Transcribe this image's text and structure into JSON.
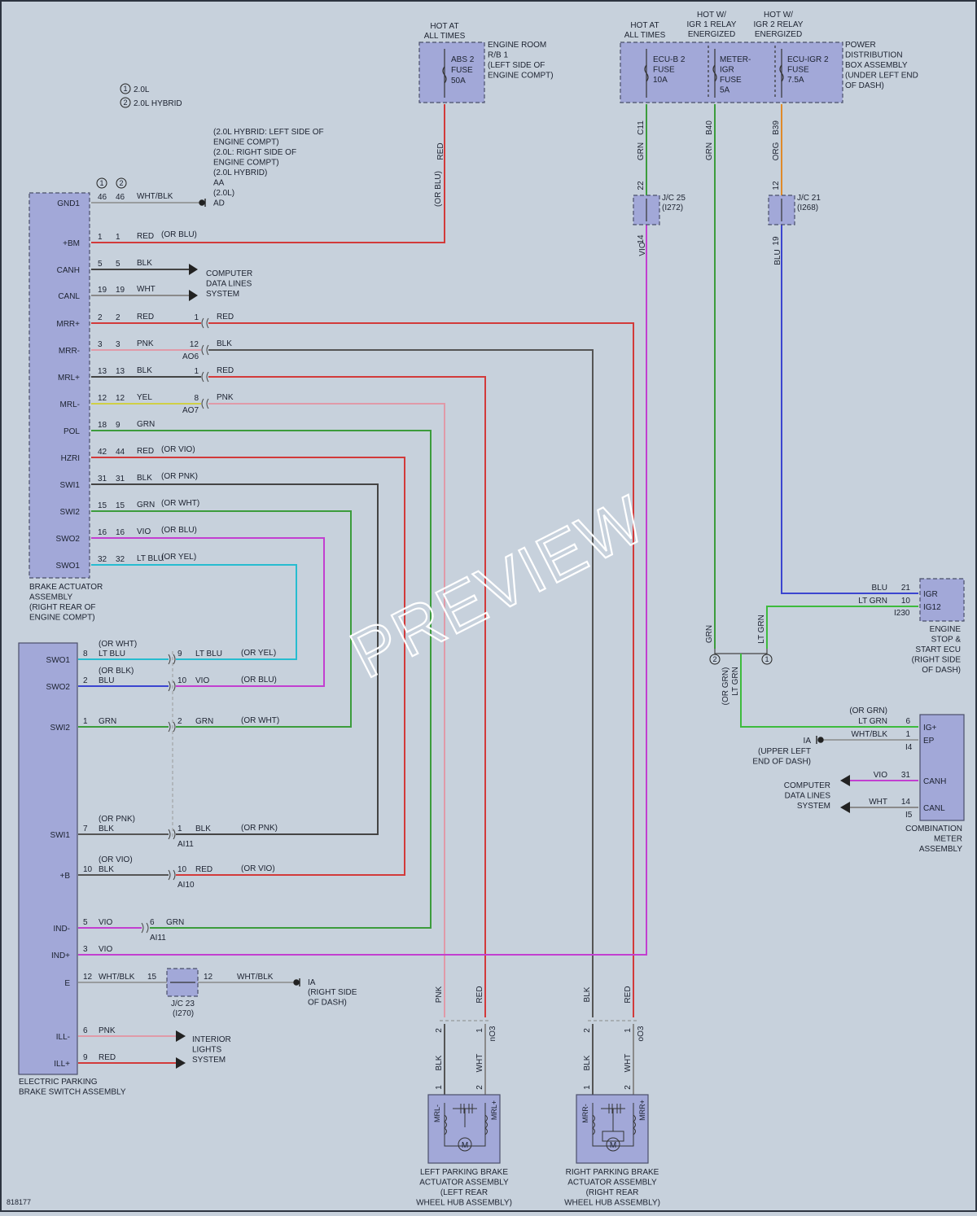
{
  "diagram_id": "818177",
  "watermark": "PREVIEW",
  "legend": [
    {
      "num": "1",
      "text": "2.0L"
    },
    {
      "num": "2",
      "text": "2.0L HYBRID"
    }
  ],
  "engine_room_rb": {
    "hot_label": [
      "HOT AT",
      "ALL TIMES"
    ],
    "fuse": [
      "ABS 2",
      "FUSE",
      "50A"
    ],
    "name": [
      "ENGINE ROOM",
      "R/B 1",
      "(LEFT SIDE OF",
      "ENGINE COMPT)"
    ]
  },
  "power_dist": {
    "hot_labels": [
      [
        "HOT AT",
        "ALL TIMES"
      ],
      [
        "HOT W/",
        "IGR 1 RELAY",
        "ENERGIZED"
      ],
      [
        "HOT W/",
        "IGR 2 RELAY",
        "ENERGIZED"
      ]
    ],
    "fuses": [
      [
        "ECU-B 2",
        "FUSE",
        "10A"
      ],
      [
        "METER-",
        "IGR",
        "FUSE",
        "5A"
      ],
      [
        "ECU-IGR 2",
        "FUSE",
        "7.5A"
      ]
    ],
    "name": [
      "POWER",
      "DISTRIBUTION",
      "BOX ASSEMBLY",
      "(UNDER LEFT END",
      "OF DASH)"
    ],
    "pins": [
      "C11",
      "B40",
      "B39"
    ]
  },
  "ground_note": [
    "(2.0L HYBRID: LEFT SIDE OF",
    "ENGINE COMPT)",
    "(2.0L: RIGHT SIDE OF",
    "ENGINE COMPT)",
    "(2.0L HYBRID)",
    "AA",
    "(2.0L)",
    "AD"
  ],
  "jc25": {
    "name": "J/C 25",
    "code": "(I272)",
    "pin_top": "22",
    "pin_bot": "14"
  },
  "jc21": {
    "name": "J/C 21",
    "code": "(I268)",
    "pin_top": "12",
    "pin_bot": "19"
  },
  "jc23": {
    "name": "J/C 23",
    "code": "(I270)",
    "pin_left": "15",
    "pin_right": "12"
  },
  "brake_actuator": {
    "name": [
      "BRAKE ACTUATOR",
      "ASSEMBLY",
      "(RIGHT REAR OF",
      "ENGINE COMPT)"
    ],
    "col_heads": [
      "1",
      "2"
    ],
    "pins": [
      {
        "label": "GND1",
        "p1": "46",
        "p2": "46",
        "color": "WHT/BLK",
        "alt": ""
      },
      {
        "label": "+BM",
        "p1": "1",
        "p2": "1",
        "color": "RED",
        "alt": "(OR BLU)"
      },
      {
        "label": "CANH",
        "p1": "5",
        "p2": "5",
        "color": "BLK",
        "alt": ""
      },
      {
        "label": "CANL",
        "p1": "19",
        "p2": "19",
        "color": "WHT",
        "alt": ""
      },
      {
        "label": "MRR+",
        "p1": "2",
        "p2": "2",
        "color": "RED",
        "alt": ""
      },
      {
        "label": "MRR-",
        "p1": "3",
        "p2": "3",
        "color": "PNK",
        "alt": ""
      },
      {
        "label": "MRL+",
        "p1": "13",
        "p2": "13",
        "color": "BLK",
        "alt": ""
      },
      {
        "label": "MRL-",
        "p1": "12",
        "p2": "12",
        "color": "YEL",
        "alt": ""
      },
      {
        "label": "POL",
        "p1": "18",
        "p2": "9",
        "color": "GRN",
        "alt": ""
      },
      {
        "label": "HZRI",
        "p1": "42",
        "p2": "44",
        "color": "RED",
        "alt": "(OR VIO)"
      },
      {
        "label": "SWI1",
        "p1": "31",
        "p2": "31",
        "color": "BLK",
        "alt": "(OR PNK)"
      },
      {
        "label": "SWI2",
        "p1": "15",
        "p2": "15",
        "color": "GRN",
        "alt": "(OR WHT)"
      },
      {
        "label": "SWO2",
        "p1": "16",
        "p2": "16",
        "color": "VIO",
        "alt": "(OR BLU)"
      },
      {
        "label": "SWO1",
        "p1": "32",
        "p2": "32",
        "color": "LT BLU",
        "alt": "(OR YEL)"
      }
    ]
  },
  "computer_data_lines": [
    "COMPUTER",
    "DATA LINES",
    "SYSTEM"
  ],
  "connectors_mid": [
    {
      "pin": "1",
      "color": "RED",
      "code": ""
    },
    {
      "pin": "12",
      "color": "BLK",
      "code": "AO6"
    },
    {
      "pin": "1",
      "color": "RED",
      "code": ""
    },
    {
      "pin": "8",
      "color": "PNK",
      "code": "AO7"
    }
  ],
  "epb_switch": {
    "name": [
      "ELECTRIC PARKING",
      "BRAKE SWITCH ASSEMBLY"
    ],
    "pins": [
      {
        "label": "SWO1",
        "pin": "8",
        "color": "LT BLU",
        "alt": "(OR WHT)",
        "jpin": "9",
        "jcolor": "LT BLU",
        "jalt": "(OR YEL)"
      },
      {
        "label": "SWO2",
        "pin": "2",
        "color": "BLU",
        "alt": "(OR BLK)",
        "jpin": "10",
        "jcolor": "VIO",
        "jalt": "(OR BLU)"
      },
      {
        "label": "SWI2",
        "pin": "1",
        "color": "GRN",
        "alt": "",
        "jpin": "2",
        "jcolor": "GRN",
        "jalt": "(OR WHT)"
      },
      {
        "label": "SWI1",
        "pin": "7",
        "color": "BLK",
        "alt": "(OR PNK)",
        "jpin": "1",
        "jcolor": "BLK",
        "jalt": "(OR PNK)",
        "code": "AI11"
      },
      {
        "label": "+B",
        "pin": "10",
        "color": "BLK",
        "alt": "(OR VIO)",
        "jpin": "10",
        "jcolor": "RED",
        "jalt": "(OR VIO)",
        "code": "AI10"
      },
      {
        "label": "IND-",
        "pin": "5",
        "color": "VIO",
        "alt": "",
        "jpin": "6",
        "jcolor": "GRN",
        "jalt": "",
        "code": "AI11"
      },
      {
        "label": "IND+",
        "pin": "3",
        "color": "VIO",
        "alt": ""
      },
      {
        "label": "E",
        "pin": "12",
        "color": "WHT/BLK",
        "alt": ""
      },
      {
        "label": "ILL-",
        "pin": "6",
        "color": "PNK",
        "alt": ""
      },
      {
        "label": "ILL+",
        "pin": "9",
        "color": "RED",
        "alt": ""
      }
    ]
  },
  "e_ground": {
    "color": "WHT/BLK",
    "name": "IA",
    "loc": [
      "(RIGHT SIDE",
      "OF DASH)"
    ]
  },
  "interior_lights": [
    "INTERIOR",
    "LIGHTS",
    "SYSTEM"
  ],
  "vertical_wires": {
    "c11": "GRN",
    "b40": "GRN",
    "b39": "ORG",
    "jc25_out": "VIO",
    "jc21_out": "BLU",
    "fuse_out": "RED",
    "fuse_alt": "(OR BLU)"
  },
  "engine_stop_ecu": {
    "name": [
      "ENGINE",
      "STOP &",
      "START ECU",
      "(RIGHT SIDE",
      "OF DASH)"
    ],
    "code": "I230",
    "pins": [
      {
        "label": "IGR",
        "pin": "21",
        "color": "BLU"
      },
      {
        "label": "IG12",
        "pin": "10",
        "color": "LT GRN"
      }
    ]
  },
  "splice": {
    "left": "GRN",
    "right": "LT GRN",
    "out": "LT GRN",
    "out_alt": "(OR GRN)"
  },
  "combination_meter": {
    "name": [
      "COMBINATION",
      "METER",
      "ASSEMBLY"
    ],
    "pins": [
      {
        "label": "IG+",
        "pin": "6",
        "color": "LT GRN",
        "alt": "(OR GRN)",
        "code": ""
      },
      {
        "label": "EP",
        "pin": "1",
        "color": "WHT/BLK",
        "alt": "",
        "code": "I4"
      },
      {
        "label": "CANH",
        "pin": "31",
        "color": "VIO",
        "alt": "",
        "code": ""
      },
      {
        "label": "CANL",
        "pin": "14",
        "color": "WHT",
        "alt": "",
        "code": "I5"
      }
    ],
    "ground": {
      "name": "IA",
      "loc": [
        "(UPPER LEFT",
        "END OF DASH)"
      ]
    },
    "data_lines": [
      "COMPUTER",
      "DATA LINES",
      "SYSTEM"
    ]
  },
  "left_actuator": {
    "name": [
      "LEFT PARKING BRAKE",
      "ACTUATOR ASSEMBLY",
      "(LEFT REAR",
      "WHEEL HUB ASSEMBLY)"
    ],
    "code": "nO3",
    "top_colors": [
      "PNK",
      "RED"
    ],
    "bot_colors": [
      "BLK",
      "WHT"
    ],
    "pins_top": [
      "2",
      "1"
    ],
    "pins_bot": [
      "1",
      "2"
    ],
    "terms": [
      "MRL-",
      "MRL+"
    ],
    "motor": "M"
  },
  "right_actuator": {
    "name": [
      "RIGHT PARKING BRAKE",
      "ACTUATOR ASSEMBLY",
      "(RIGHT REAR",
      "WHEEL HUB ASSEMBLY)"
    ],
    "code": "oO3",
    "top_colors": [
      "BLK",
      "RED"
    ],
    "bot_colors": [
      "BLK",
      "WHT"
    ],
    "pins_top": [
      "2",
      "1"
    ],
    "pins_bot": [
      "1",
      "2"
    ],
    "terms": [
      "MRR-",
      "MRR+"
    ],
    "motor": "M"
  },
  "colors": {
    "red": "#d23a3a",
    "green": "#3c9c3c",
    "ltgreen": "#3dbb3d",
    "vio": "#c23fd0",
    "blue": "#3b45d0",
    "ltblu": "#26bcd0",
    "black": "#444444",
    "pink": "#e09aa8",
    "yellow": "#cfcf45",
    "orange": "#e08a2a",
    "gray": "#8a8a8a"
  }
}
